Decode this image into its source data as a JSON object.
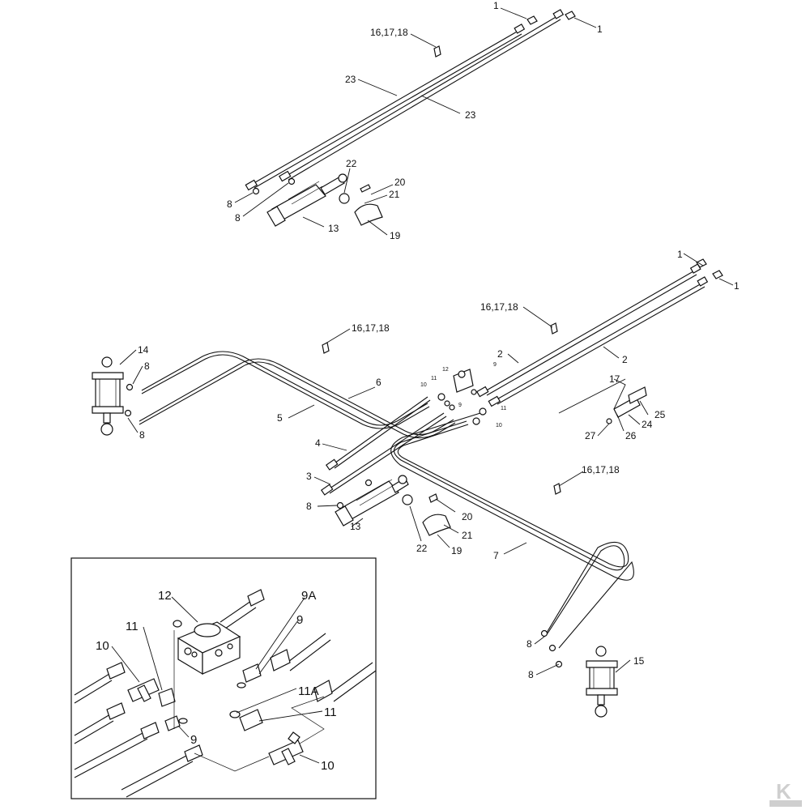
{
  "callouts": {
    "c1": "1",
    "c2": "2",
    "c3": "3",
    "c4": "4",
    "c5": "5",
    "c6": "6",
    "c7": "7",
    "c8": "8",
    "c9": "9",
    "c9a": "9A",
    "c10": "10",
    "c11": "11",
    "c11a": "11A",
    "c12": "12",
    "c13": "13",
    "c14": "14",
    "c15": "15",
    "c16_18": "16,17,18",
    "c17": "17",
    "c19": "19",
    "c20": "20",
    "c21": "21",
    "c22": "22",
    "c23": "23",
    "c24": "24",
    "c25": "25",
    "c26": "26",
    "c27": "27"
  },
  "logo": {
    "text": "K",
    "icon": "brand-logo-icon"
  },
  "colors": {
    "line": "#111111",
    "background": "#ffffff",
    "logo": "#cfcfcf"
  }
}
